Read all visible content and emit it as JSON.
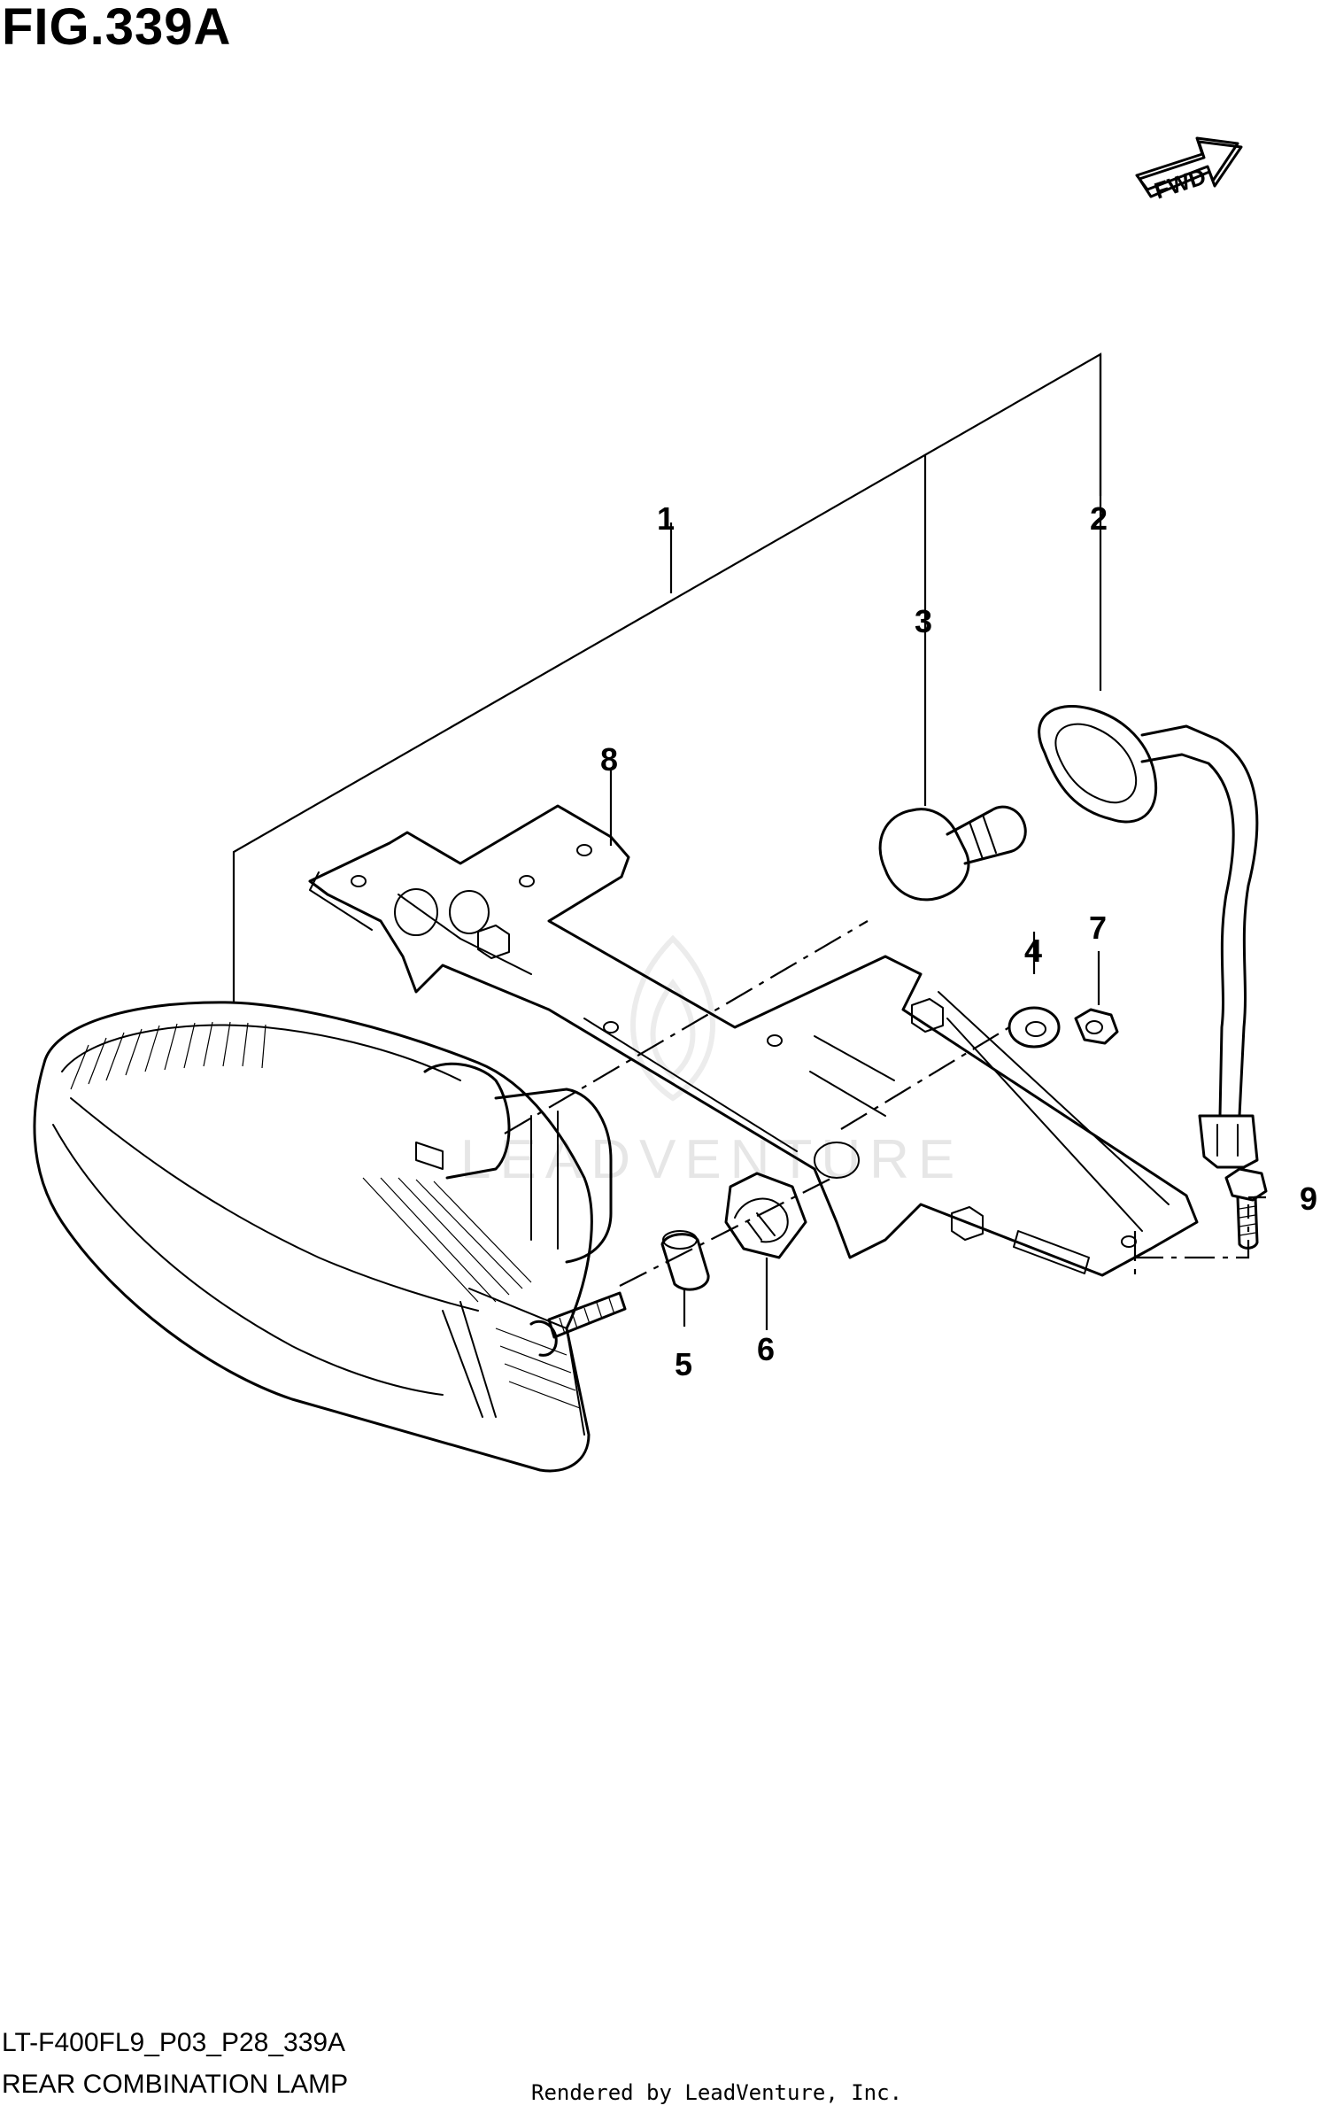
{
  "figure": {
    "title": "FIG.339A",
    "code": "LT-F400FL9_P03_P28_339A",
    "name": "REAR COMBINATION LAMP",
    "credit": "Rendered by LeadVenture, Inc.",
    "direction_label": "FWD",
    "watermark": "LEADVENTURE"
  },
  "callouts": [
    {
      "id": "1",
      "label": "1"
    },
    {
      "id": "2",
      "label": "2"
    },
    {
      "id": "3",
      "label": "3"
    },
    {
      "id": "4",
      "label": "4"
    },
    {
      "id": "5",
      "label": "5"
    },
    {
      "id": "6",
      "label": "6"
    },
    {
      "id": "7",
      "label": "7"
    },
    {
      "id": "8",
      "label": "8"
    },
    {
      "id": "9",
      "label": "9"
    }
  ]
}
